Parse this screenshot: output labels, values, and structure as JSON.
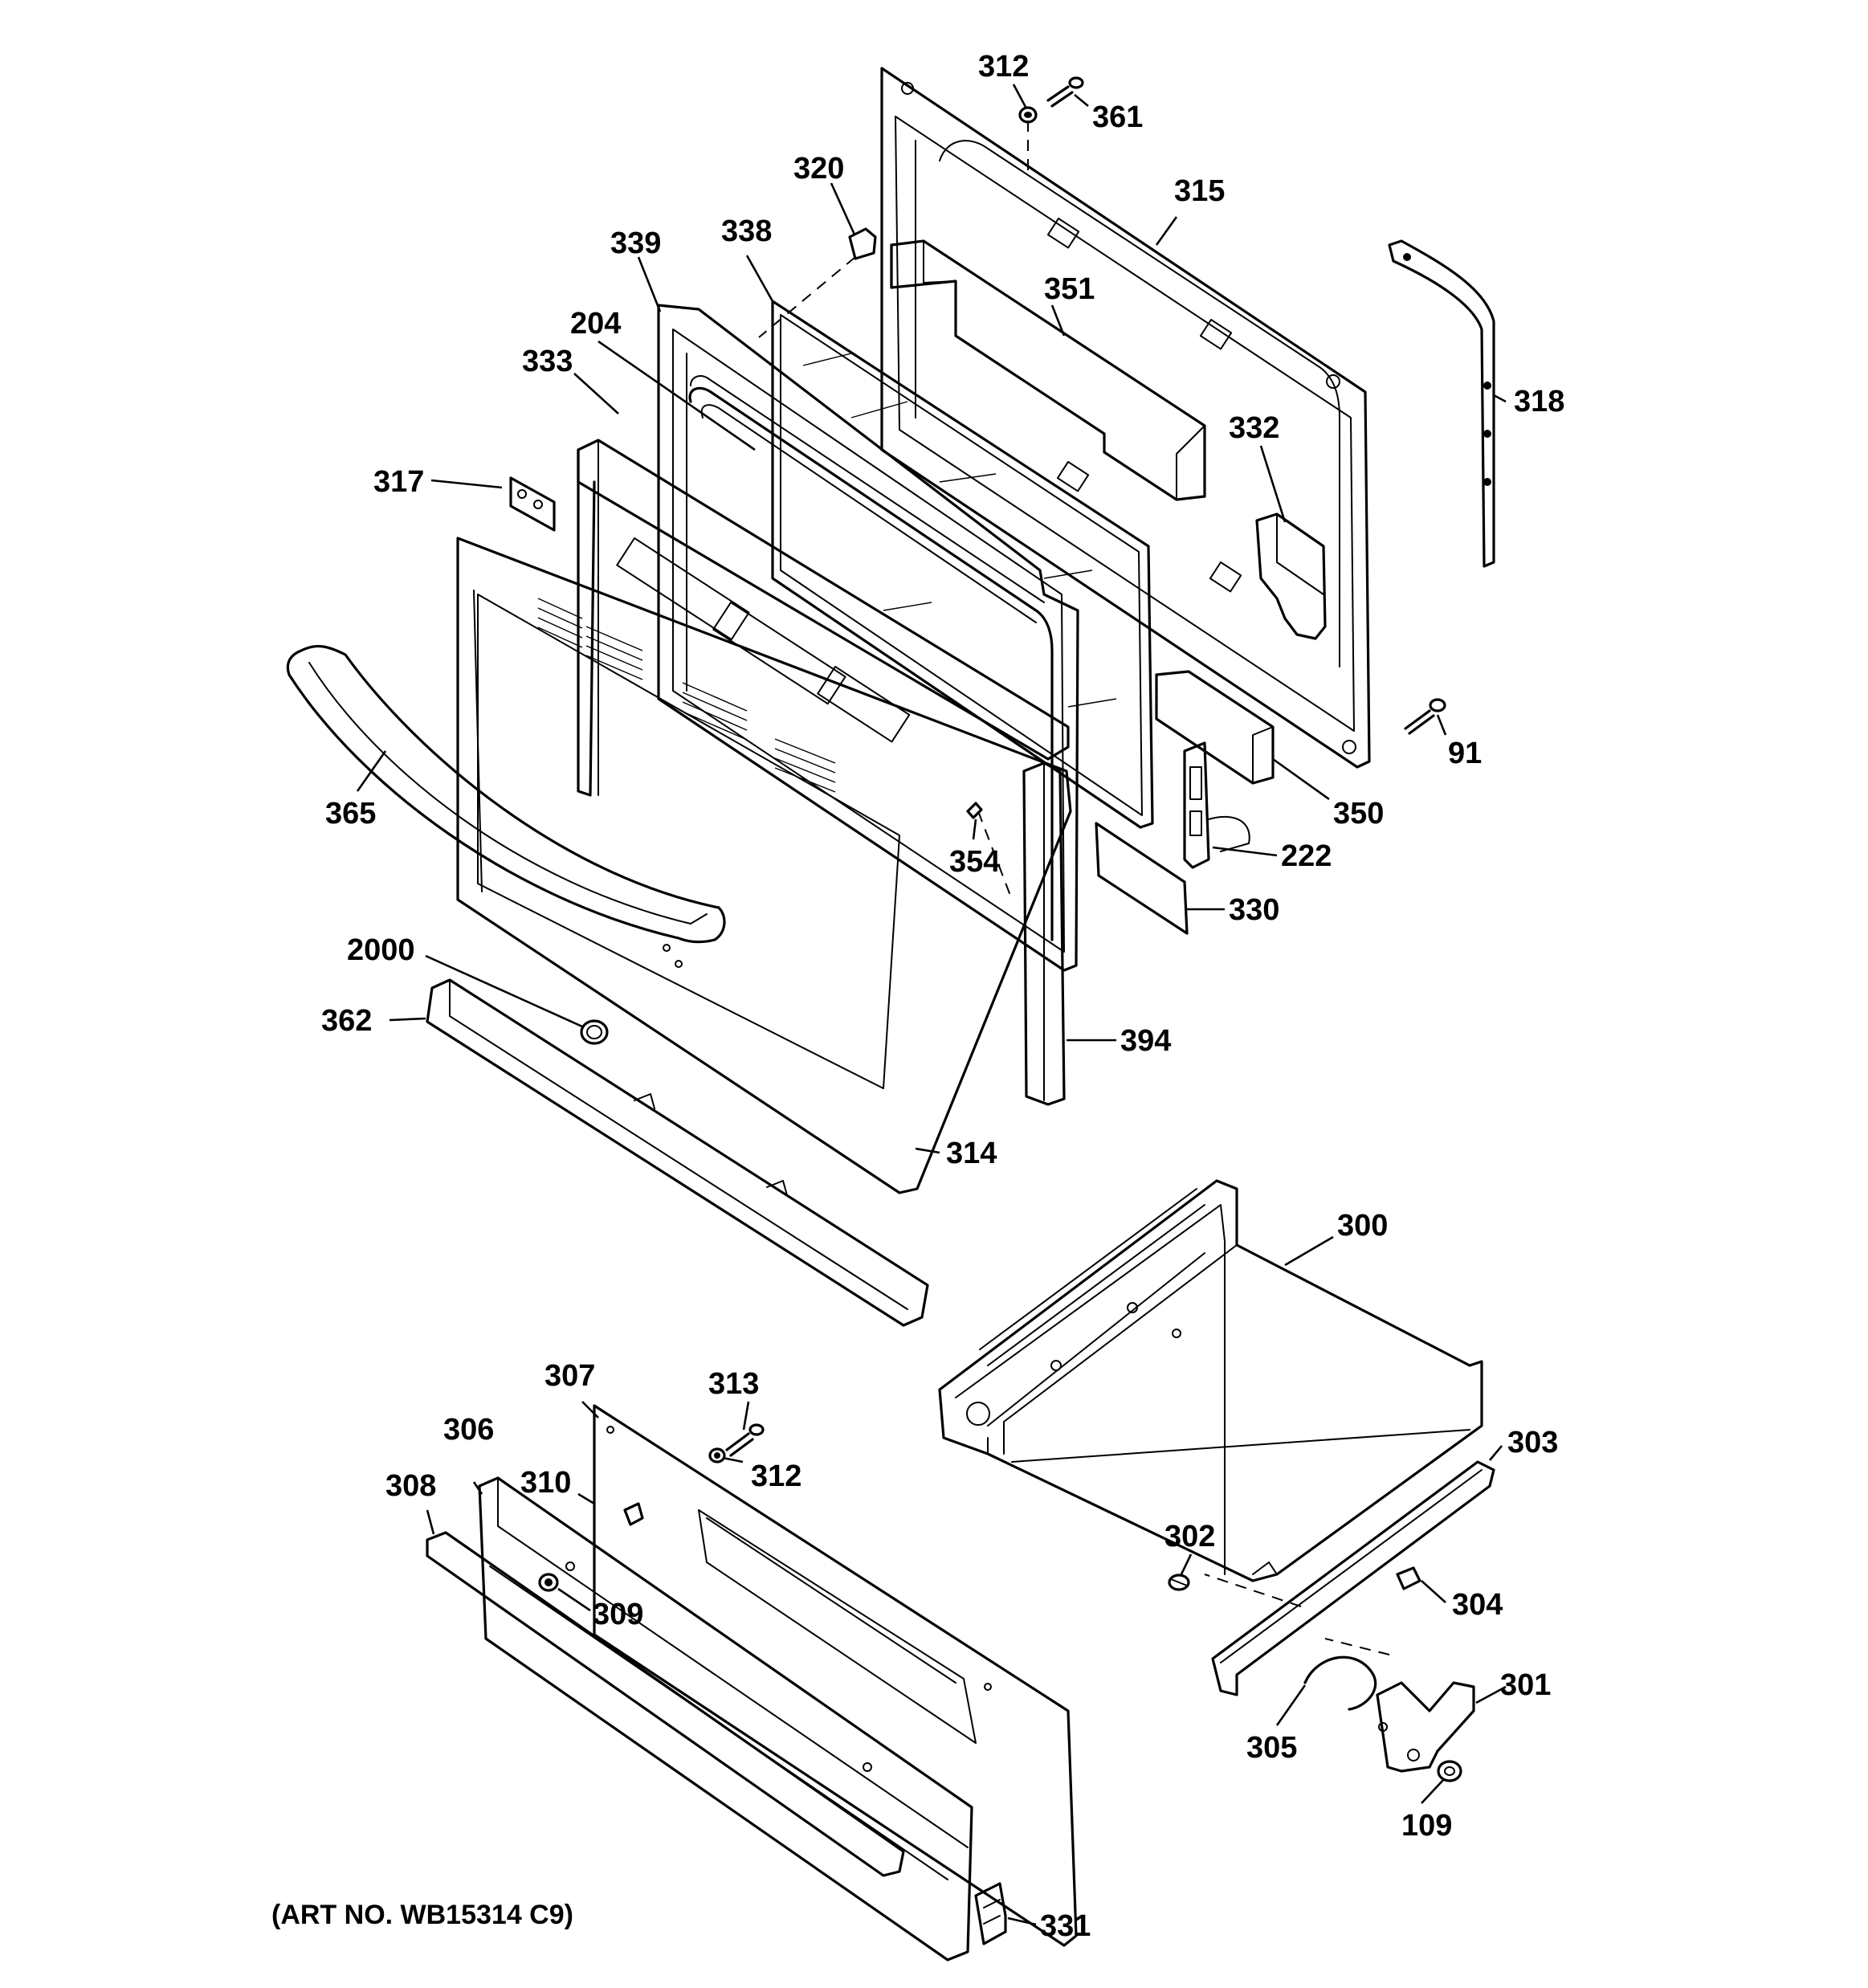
{
  "art_number": "(ART NO. WB15314 C9)",
  "callouts": {
    "p312a": "312",
    "p361": "361",
    "p320": "320",
    "p315": "315",
    "p339": "339",
    "p338": "338",
    "p351": "351",
    "p204": "204",
    "p333": "333",
    "p318": "318",
    "p332": "332",
    "p317": "317",
    "p91": "91",
    "p365": "365",
    "p350": "350",
    "p354": "354",
    "p222": "222",
    "p330": "330",
    "p2000": "2000",
    "p362": "362",
    "p394": "394",
    "p314": "314",
    "p300": "300",
    "p307": "307",
    "p313": "313",
    "p306": "306",
    "p312b": "312",
    "p310": "310",
    "p308": "308",
    "p303": "303",
    "p302": "302",
    "p309": "309",
    "p304": "304",
    "p301": "301",
    "p305": "305",
    "p109": "109",
    "p331": "331"
  }
}
